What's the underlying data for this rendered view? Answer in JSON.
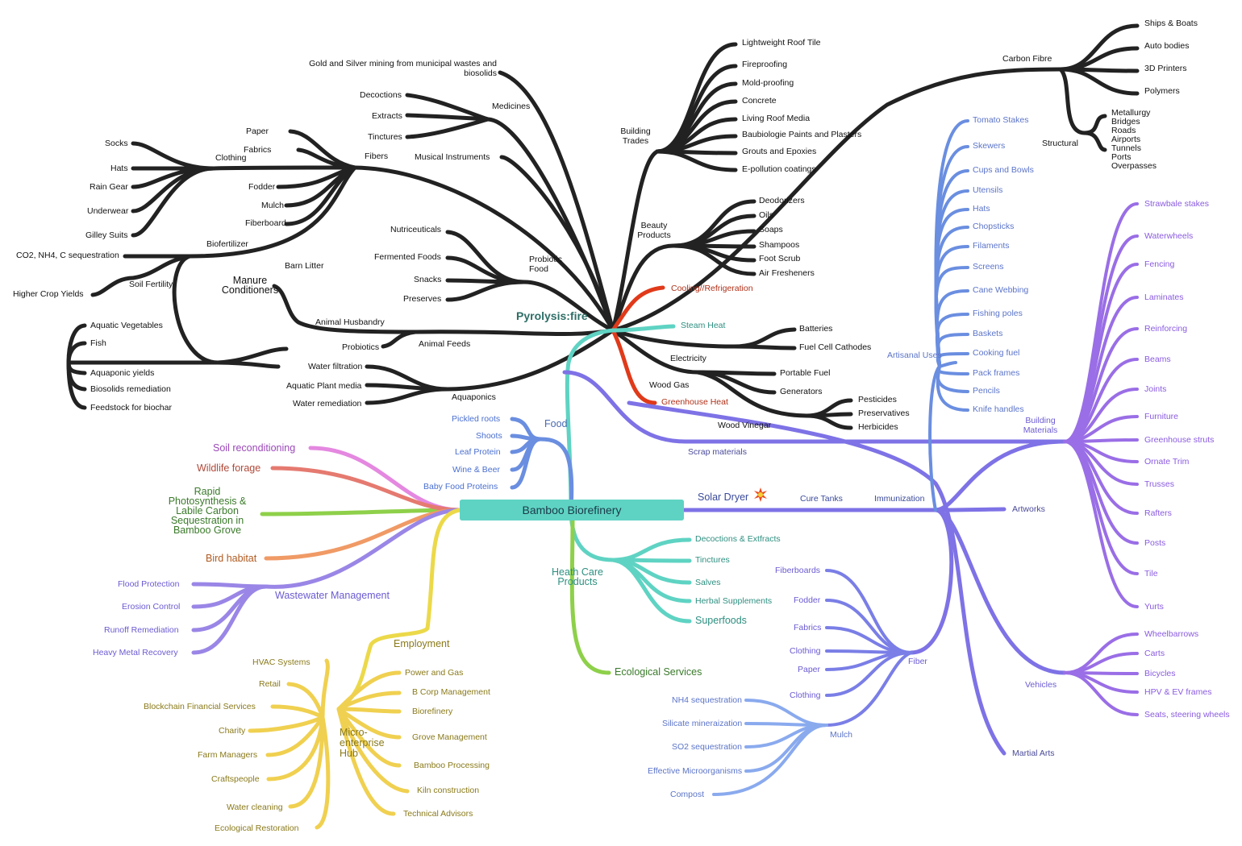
{
  "center": "Bamboo Biorefinery",
  "pyrolysis": "Pyrolysis:fire",
  "fire": {
    "gold": "Gold and Silver mining from municipal wastes and\nbiosolids",
    "medicines": "Medicines",
    "decoctions": "Decoctions",
    "extracts": "Extracts",
    "tinctures": "Tinctures",
    "fibers": "Fibers",
    "clothing": "Clothing",
    "socks": "Socks",
    "hats": "Hats",
    "rain_gear": "Rain Gear",
    "underwear": "Underwear",
    "gilley": "Gilley Suits",
    "paper": "Paper",
    "fabrics": "Fabrics",
    "fodder": "Fodder",
    "mulch": "Mulch",
    "fiberboard": "Fiberboard",
    "musical": "Musical Instruments",
    "biofertilizer": "Biofertilizer",
    "co2": "CO2, NH4, C sequestration",
    "soil_fertility": "Soil Fertility",
    "higher_yields": "Higher Crop Yields",
    "barn_litter": "Barn Litter",
    "manure": "Manure\nConditioners",
    "animal_husbandry": "Animal Husbandry",
    "probiotics": "Probiotics",
    "animal_feeds": "Animal Feeds",
    "probiotic_food": "Probiotic\nFood",
    "nutriceuticals": "Nutriceuticals",
    "fermented": "Fermented Foods",
    "snacks": "Snacks",
    "preserves": "Preserves",
    "aquatic_veg": "Aquatic Vegetables",
    "fish": "Fish",
    "aquaponic_yields": "Aquaponic yields",
    "biosolids": "Biosolids remediation",
    "feedstock": "Feedstock for biochar",
    "water_filtration": "Water filtration",
    "aquatic_plant": "Aquatic Plant media",
    "water_remediation": "Water remediation",
    "aquaponics": "Aquaponics",
    "building_trades": "Building\nTrades",
    "roof_tile": "Lightweight Roof Tile",
    "fireproofing": "Fireproofing",
    "mold": "Mold-proofing",
    "concrete": "Concrete",
    "living_roof": "Living Roof Media",
    "baubiologie": "Baubiologie Paints and Plasters",
    "grouts": "Grouts and Epoxies",
    "epollution": "E-pollution coatings",
    "beauty": "Beauty\nProducts",
    "deodorizers": "Deodorizers",
    "oils": "Oils",
    "soaps": "Soaps",
    "shampoos": "Shampoos",
    "foot_scrub": "Foot Scrub",
    "air_fresheners": "Air Fresheners",
    "cooling": "Cooling//Refrigeration",
    "steam_heat": "Steam Heat",
    "batteries": "Batteries",
    "fuel_cell": "Fuel Cell Cathodes",
    "electricity": "Electricity",
    "wood_gas": "Wood Gas",
    "portable_fuel": "Portable Fuel",
    "generators": "Generators",
    "greenhouse_heat": "Greenhouse Heat",
    "wood_vinegar": "Wood Vinegar",
    "pesticides": "Pesticides",
    "preservatives": "Preservatives",
    "herbicides": "Herbicides",
    "carbon_fibre": "Carbon Fibre",
    "ships": "Ships & Boats",
    "auto": "Auto bodies",
    "printers": "3D Printers",
    "polymers": "Polymers",
    "structural": "Structural",
    "metallurgy": "Metallurgy\nBridges\nRoads\nAirports\nTunnels\nPorts\nOverpasses"
  },
  "food": {
    "title": "Food",
    "pickled": "Pickled roots",
    "shoots": "Shoots",
    "leaf_protein": "Leaf Protein",
    "wine": "Wine & Beer",
    "baby_food": "Baby Food Proteins"
  },
  "eco": {
    "soil_recon": "Soil reconditioning",
    "wildlife": "Wildlife forage",
    "rapid": "Rapid\nPhotosynthesis &\nLabile Carbon\nSequestration in\nBamboo Grove",
    "bird": "Bird habitat",
    "wastewater": "Wastewater Management",
    "flood": "Flood Protection",
    "erosion": "Erosion Control",
    "runoff": "Runoff Remediation",
    "heavy_metal": "Heavy Metal Recovery"
  },
  "employment": {
    "title": "Employment",
    "hub": "Micro-\nenterprise\nHub",
    "hvac": "HVAC Systems",
    "retail": "Retail",
    "blockchain": "Blockchain Financial Services",
    "charity": "Charity",
    "farm": "Farm Managers",
    "craft": "Craftspeople",
    "water_cleaning": "Water cleaning",
    "eco_restoration": "Ecological Restoration",
    "power": "Power and Gas",
    "bcorp": "B Corp Management",
    "biorefinery": "Biorefinery",
    "grove": "Grove Management",
    "processing": "Bamboo Processing",
    "kiln": "Kiln construction",
    "advisors": "Technical Advisors"
  },
  "health": {
    "title": "Heath Care\nProducts",
    "decoctions": "Decoctions & Extfracts",
    "tinctures": "Tinctures",
    "salves": "Salves",
    "herbal": "Herbal Supplements",
    "superfoods": "Superfoods",
    "eco_services": "Ecological Services"
  },
  "right": {
    "solar_dryer": "Solar Dryer",
    "cure_tanks": "Cure Tanks",
    "immunization": "Immunization",
    "artisanal": "Artisanal Uses",
    "tomato": "Tomato Stakes",
    "skewers": "Skewers",
    "cups": "Cups and Bowls",
    "utensils": "Utensils",
    "hats": "Hats",
    "chopsticks": "Chopsticks",
    "filaments": "Filaments",
    "screens": "Screens",
    "cane": "Cane Webbing",
    "fishing": "Fishing poles",
    "baskets": "Baskets",
    "cooking": "Cooking fuel",
    "pack": "Pack frames",
    "pencils": "Pencils",
    "knife": "Knife handles",
    "building_materials": "Building\nMaterials",
    "scrap": "Scrap materials",
    "strawbale": "Strawbale stakes",
    "waterwheels": "Waterwheels",
    "fencing": "Fencing",
    "laminates": "Laminates",
    "reinforcing": "Reinforcing",
    "beams": "Beams",
    "joints": "Joints",
    "furniture": "Furniture",
    "greenhouse": "Greenhouse struts",
    "ornate": "Ornate Trim",
    "trusses": "Trusses",
    "rafters": "Rafters",
    "posts": "Posts",
    "tile": "Tile",
    "yurts": "Yurts",
    "artworks": "Artworks",
    "vehicles": "Vehicles",
    "wheelbarrows": "Wheelbarrows",
    "carts": "Carts",
    "bicycles": "Bicycles",
    "hpv": "HPV & EV frames",
    "seats": "Seats, steering wheels",
    "martial": "Martial Arts",
    "fiber": "Fiber",
    "fiberboards": "Fiberboards",
    "fodder": "Fodder",
    "fabrics": "Fabrics",
    "clothing": "Clothing",
    "paper": "Paper",
    "clothing2": "Clothing",
    "mulch": "Mulch",
    "nh4": "NH4 sequestration",
    "silicate": "Silicate mineraization",
    "so2": "SO2 sequestration",
    "effective": "Effective Microorganisms",
    "compost": "Compost"
  },
  "colors": {
    "dark": "#222222",
    "teal": "#5fd3c3",
    "blue": "#6a8ee0",
    "violet": "#8a6be8",
    "red": "#e03a1a",
    "green": "#8ed04a",
    "yellow": "#ecd94a"
  }
}
